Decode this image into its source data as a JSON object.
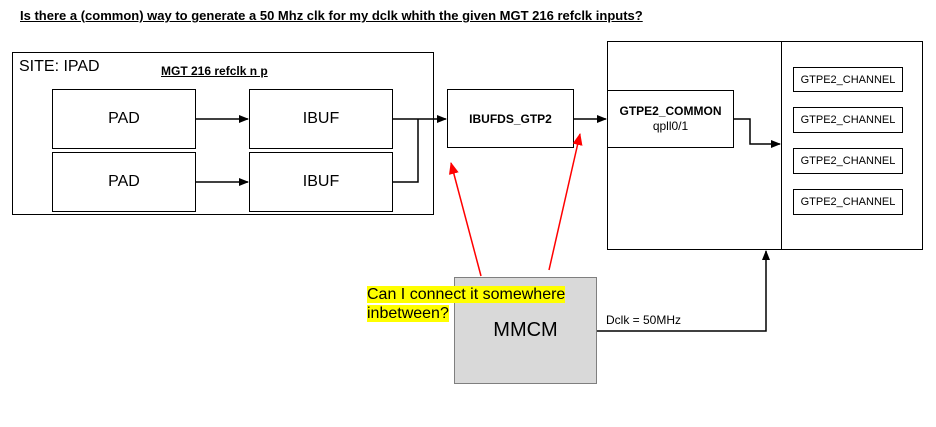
{
  "title": "Is there a (common) way to generate a 50 Mhz  clk for my dclk whith the given MGT 216  refclk inputs?",
  "site_label": "SITE: IPAD",
  "mgt_label": "MGT 216  refclk n p",
  "pads": [
    "PAD",
    "PAD"
  ],
  "ibufs": [
    "IBUF",
    "IBUF"
  ],
  "ibufds": "IBUFDS_GTP2",
  "gtpe_common": {
    "title": "GTPE2_COMMON",
    "sub": "qpll0/1"
  },
  "channels": [
    "GTPE2_CHANNEL",
    "GTPE2_CHANNEL",
    "GTPE2_CHANNEL",
    "GTPE2_CHANNEL"
  ],
  "mmcm": "MMCM",
  "question_lines": [
    "Can I connect it somewhere",
    "inbetween?"
  ],
  "dclk_label": "Dclk = 50MHz",
  "colors": {
    "highlight": "#ffff00",
    "arrow_red": "#ff0000",
    "mmcm_fill": "#d9d9d9"
  }
}
